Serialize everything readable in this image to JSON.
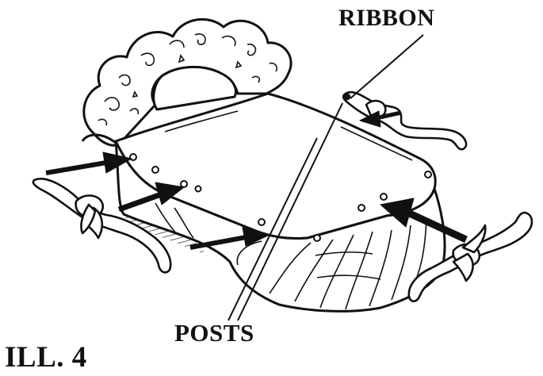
{
  "labels": {
    "ribbon": "RIBBON",
    "posts": "POSTS",
    "illustration": "ILL. 4"
  },
  "colors": {
    "ink": "#111111",
    "paper": "#ffffff"
  },
  "parts": {
    "headboard": "cloud-headboard",
    "mattress": "mattress",
    "ribbon_pieces": [
      "ribbon-left",
      "ribbon-right",
      "ribbon-back"
    ],
    "arrows": 5,
    "posts": 9
  }
}
